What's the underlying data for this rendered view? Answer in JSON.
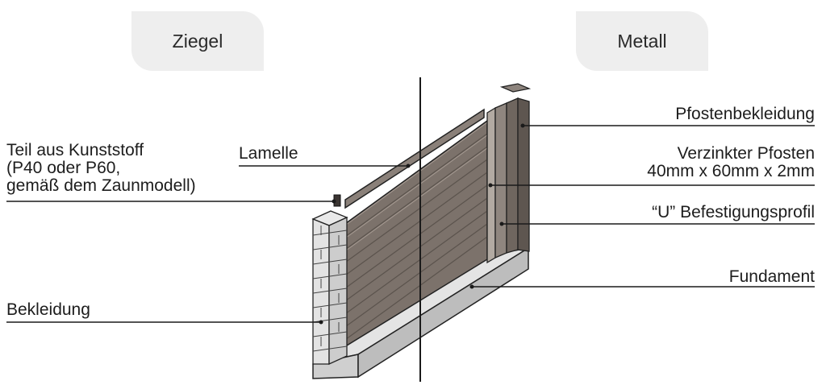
{
  "tabs": {
    "left": "Ziegel",
    "right": "Metall"
  },
  "labels": {
    "kunststoff_l1": "Teil aus Kunststoff",
    "kunststoff_l2": "(P40 oder P60,",
    "kunststoff_l3": "gemäß dem Zaunmodell)",
    "lamelle": "Lamelle",
    "bekleidung": "Bekleidung",
    "pfostenbekleidung": "Pfostenbekleidung",
    "pfosten_l1": "Verzinkter Pfosten",
    "pfosten_l2": "40mm x 60mm x 2mm",
    "u_profil": "“U” Befestigungsprofil",
    "fundament": "Fundament"
  },
  "colors": {
    "slat": "#7c726b",
    "slat_dark": "#5b534d",
    "brick": "#dcdcdc",
    "foundation": "#c7c7c7",
    "line": "#1a1a1a"
  }
}
